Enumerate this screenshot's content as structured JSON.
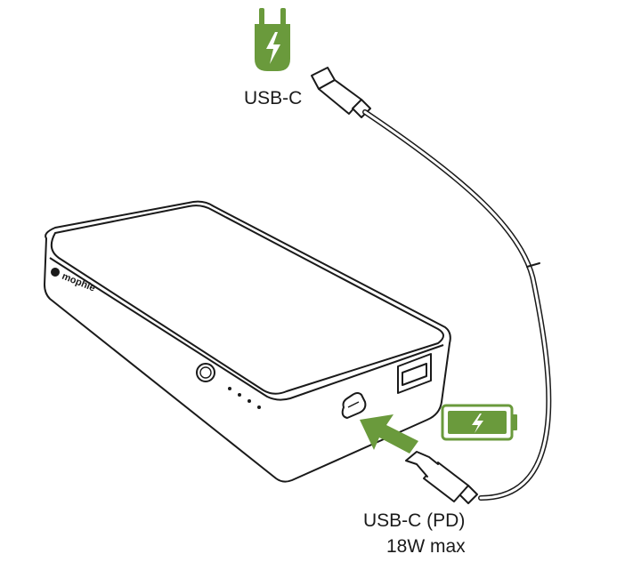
{
  "labels": {
    "adapter_port": "USB-C",
    "powerbank_port": "USB-C (PD)",
    "power_rating": "18W max"
  },
  "brand": {
    "logo_text": "mophie"
  },
  "icons": {
    "adapter": "wall-charger-lightning-icon",
    "battery": "battery-charging-icon",
    "arrow": "insert-arrow-icon"
  },
  "colors": {
    "accent_green": "#6a9a3c",
    "line": "#1a1a1a",
    "background": "#ffffff"
  }
}
